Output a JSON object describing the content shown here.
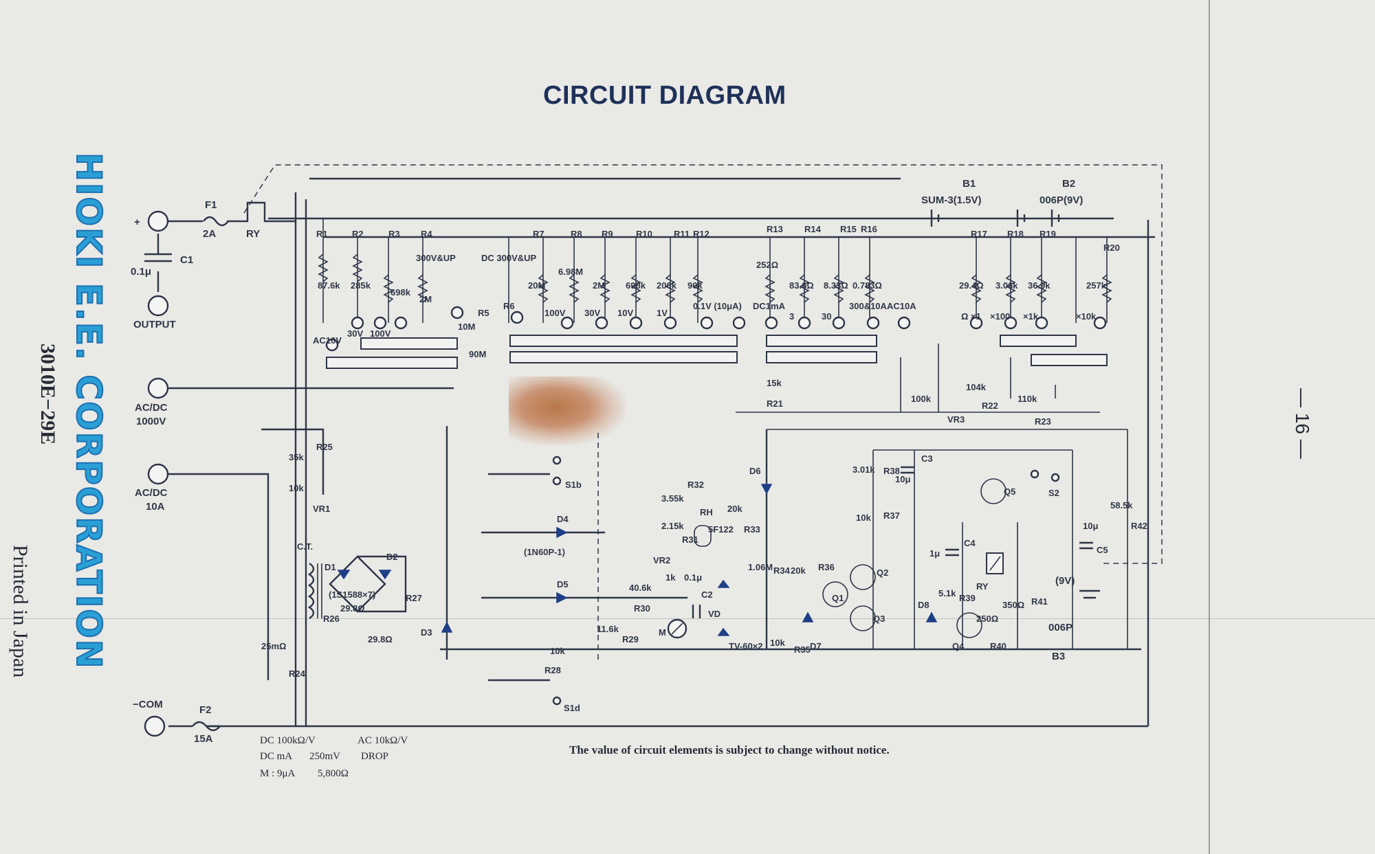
{
  "title": "CIRCUIT DIAGRAM",
  "brand": "HIOKI E.E. CORPORATION",
  "model": "3010E−29E",
  "printed": "Printed in Japan",
  "page_number": "— 16 —",
  "note": "The value of circuit elements is subject to change without notice.",
  "specs": {
    "line1_left": "DC 100kΩ/V",
    "line1_right": "AC 10kΩ/V",
    "line2_left": "DC mA",
    "line2_mid": "250mV",
    "line2_right": "DROP",
    "line3_left": "M : 9μA",
    "line3_right": "5,800Ω"
  },
  "terminals": {
    "plus": "+",
    "output": "OUTPUT",
    "acdc1000v": "AC/DC\n1000V",
    "acdc1000v_a": "AC/DC",
    "acdc1000v_b": "1000V",
    "acdc10a_a": "AC/DC",
    "acdc10a_b": "10A",
    "com": "−COM"
  },
  "fuses": {
    "f1": "F1",
    "f1_rating": "2A",
    "f2": "F2",
    "f2_rating": "15A",
    "ry": "RY",
    "c1": "C1",
    "c1_value": "0.1μ"
  },
  "batteries": {
    "b1": "B1",
    "b1_type": "SUM-3(1.5V)",
    "b2": "B2",
    "b2_type": "006P(9V)",
    "b3": "B3",
    "b3_type": "006P",
    "b3_volt": "(9V)"
  },
  "top_resistors": [
    {
      "ref": "R1",
      "value": "87.6k"
    },
    {
      "ref": "R2",
      "value": "285k"
    },
    {
      "ref": "R3",
      "value": "698k"
    },
    {
      "ref": "R4",
      "value": "2M"
    },
    {
      "ref": "R5",
      "value": "10M"
    },
    {
      "ref": "R6",
      "value": "90M"
    },
    {
      "ref": "R7",
      "value": "20M"
    },
    {
      "ref": "R8",
      "value": "6.98M"
    },
    {
      "ref": "R9",
      "value": "2M"
    },
    {
      "ref": "R10",
      "value": "698k"
    },
    {
      "ref": "R11",
      "value": "200k"
    },
    {
      "ref": "R12",
      "value": "90k"
    },
    {
      "ref": "R13",
      "value": "252Ω"
    },
    {
      "ref": "R14",
      "value": "83.6Ω"
    },
    {
      "ref": "R15",
      "value": "8.33Ω"
    },
    {
      "ref": "R16",
      "value": "0.783Ω"
    },
    {
      "ref": "R17",
      "value": "29.4Ω"
    },
    {
      "ref": "R18",
      "value": "3.06k"
    },
    {
      "ref": "R19",
      "value": "36.9k"
    },
    {
      "ref": "R20",
      "value": "257k"
    }
  ],
  "range_labels": {
    "ac10v": "AC10V",
    "ac30v": "30V",
    "ac100v": "100V",
    "ac300v": "300V&UP",
    "dc300v": "DC 300V&UP",
    "dc100v": "100V",
    "dc30v": "30V",
    "dc10v": "10V",
    "dc1v": "1V",
    "dc01v": "0.1V (10μA)",
    "dc1ma": "DC1mA",
    "ma3": "3",
    "ma30": "30",
    "ma300": "300&10A",
    "ac10a": "AC10A",
    "ohm_x1": "Ω ×1",
    "ohm_x100": "×100",
    "ohm_x1k": "×1k",
    "ohm_x10k": "×10k"
  },
  "mid_resistors": {
    "r21": "R21",
    "r21_value": "15k",
    "r22": "R22",
    "r22_value": "104k",
    "r23": "R23",
    "r23_value": "110k",
    "vr3": "VR3",
    "vr3_value": "100k"
  },
  "left_parts": {
    "r25": "R25",
    "r25_value": "35k",
    "vr1": "VR1",
    "vr1_value": "10k",
    "ct": "C.T.",
    "d1": "D1",
    "d2": "D2",
    "bridge": "(1S1588×7)",
    "r26": "R26",
    "r26_value": "29.8Ω",
    "r27": "R27",
    "r27_value": "29.8Ω",
    "r24": "R24",
    "r24_value": "25mΩ",
    "d3": "D3"
  },
  "center_parts": {
    "s1b": "S1b",
    "s1d": "S1d",
    "d4": "D4",
    "d4_type": "(1N60P-1)",
    "d5": "D5",
    "r29": "R29",
    "r29_value": "11.6k",
    "r30": "R30",
    "r30_value": "40.6k",
    "r28": "R28",
    "r28_value": "10k",
    "vr2": "VR2",
    "vr2_value": "1k",
    "r31": "R31",
    "r31_value": "2.15k",
    "r32": "R32",
    "r32_value": "3.55k",
    "rh": "RH",
    "rh_value": "5F122",
    "c2": "C2",
    "c2_value": "0.1μ",
    "vd": "VD",
    "vd_type": "TV-60×2",
    "m": "M",
    "r33": "R33",
    "r33_value": "20k"
  },
  "right_parts": {
    "d6": "D6",
    "r34": "R34",
    "r34_value": "1.06M",
    "r35": "R35",
    "r35_value": "10k",
    "r36": "R36",
    "r36_value": "20k",
    "d7": "D7",
    "q1": "Q1",
    "q2": "Q2",
    "q3": "Q3",
    "r37": "R37",
    "r37_value": "10k",
    "r38": "R38",
    "r38_value": "3.01k",
    "c3": "C3",
    "c3_value": "10μ",
    "q5": "Q5",
    "s2": "S2",
    "c4": "C4",
    "c4_value": "1μ",
    "ry": "RY",
    "d8": "D8",
    "r39": "R39",
    "r39_value": "5.1k",
    "q4": "Q4",
    "r40": "R40",
    "r40_value": "250Ω",
    "r41": "R41",
    "r41_value": "350Ω",
    "c5": "C5",
    "c5_value": "10μ",
    "r42": "R42",
    "r42_value": "58.5k"
  }
}
